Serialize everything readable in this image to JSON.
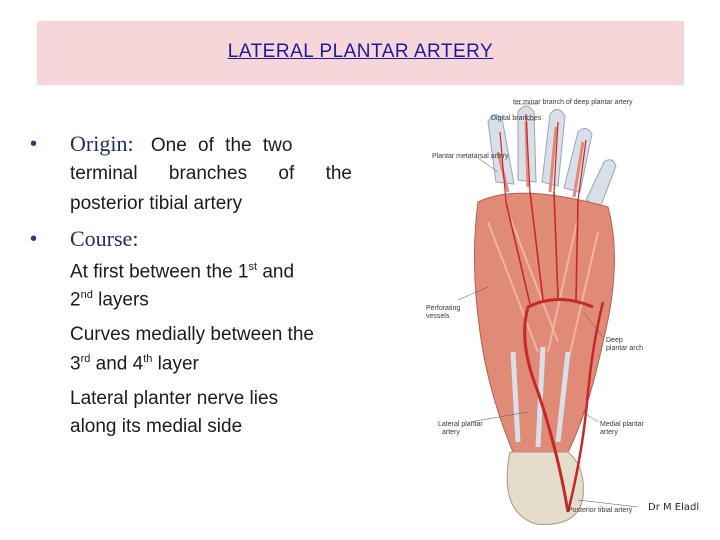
{
  "title": "LATERAL PLANTAR ARTERY",
  "origin": {
    "label": "Origin:",
    "line1": "One  of  the  two",
    "line2": "terminal  branches  of  the",
    "line3": "posterior tibial  artery"
  },
  "course": {
    "label": "Course:",
    "p1_a": "At first between the 1",
    "p1_sup": "st",
    "p1_b": "  and",
    "p1_c": "2",
    "p1_c_sup": "nd",
    "p1_d": " layers",
    "p2_a": "Curves medially between the",
    "p2_b": "3",
    "p2_b_sup": "rd",
    "p2_c": " and 4",
    "p2_c_sup": "th",
    "p2_d": " layer",
    "p3_a": "Lateral planter nerve lies",
    "p3_b": "along its medial side"
  },
  "figure_labels": {
    "top_branch": "ter minar branch of deep plantar artery",
    "digital": "Digital branches",
    "plantar_metatarsal": "Plantar metatarsal artery",
    "perforating": "Perforating",
    "perforating2": "vessels",
    "deep_arch": "Deep",
    "deep_arch2": "plantar arch",
    "lateral_plantar": "Lateral plantar",
    "lateral_plantar2": "artery",
    "medial_plantar": "Medial plantar",
    "medial_plantar2": "artery",
    "posterior_tibial": "Posterior tibial artery"
  },
  "credit": "Dr M Eladl",
  "colors": {
    "title": "#1a1aa0",
    "band": "#f7d6d9",
    "muscle": "#e08a78",
    "tendon": "#d9dfe8",
    "artery": "#c62828"
  }
}
